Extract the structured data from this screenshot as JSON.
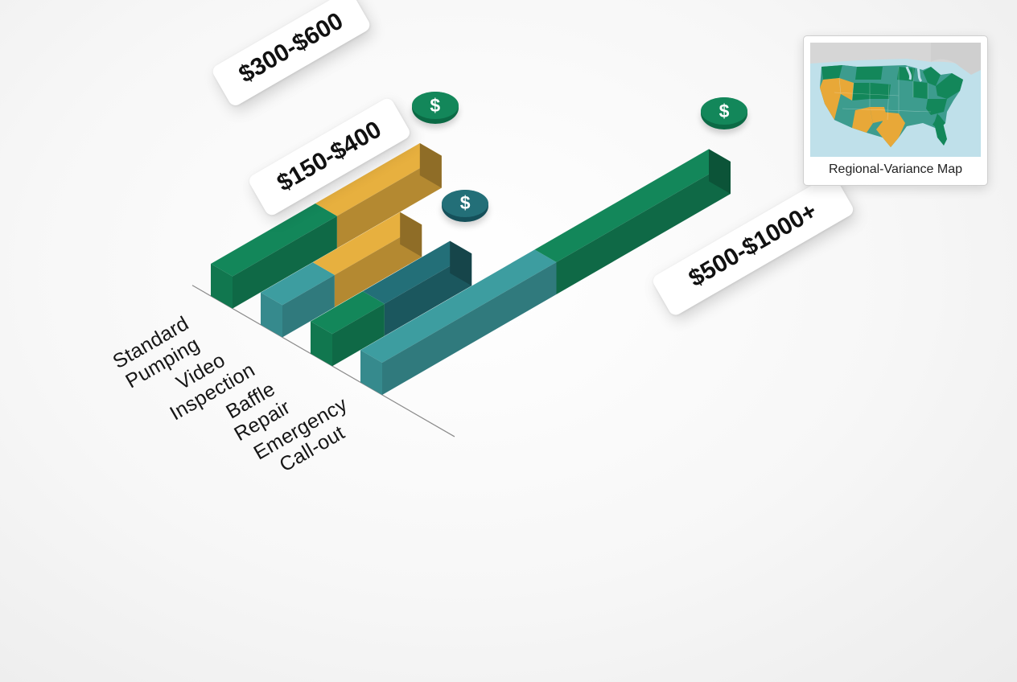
{
  "chart_data": {
    "type": "bar",
    "categories": [
      "Standard\nPumping",
      "Video\nInspection",
      "Baffle\nRepair",
      "Emergency\nCall-out"
    ],
    "series": [
      {
        "values": [
          300,
          150,
          150,
          500
        ],
        "color": "#13875a"
      },
      {
        "values": [
          300,
          250,
          250,
          500
        ]
      }
    ],
    "segment_colors": [
      [
        "#13875a",
        "#e7b03f"
      ],
      [
        "#3d9da0",
        "#e7b03f"
      ],
      [
        "#13875a",
        "#236f78"
      ],
      [
        "#3d9da0",
        "#13875a"
      ]
    ],
    "price_labels": [
      "$300-$600",
      "$150-$400",
      "$500-$1000+"
    ],
    "coin_symbol": "$",
    "coin_icons": [
      "dollar-coin-icon",
      "dollar-coin-icon",
      "dollar-coin-icon"
    ]
  },
  "map": {
    "caption": "Regional-Variance Map",
    "colors": {
      "green": "#13875a",
      "teal": "#3d9c8e",
      "orange": "#e8a838",
      "water": "#bfe0ea",
      "land": "#d8d8d8"
    }
  }
}
